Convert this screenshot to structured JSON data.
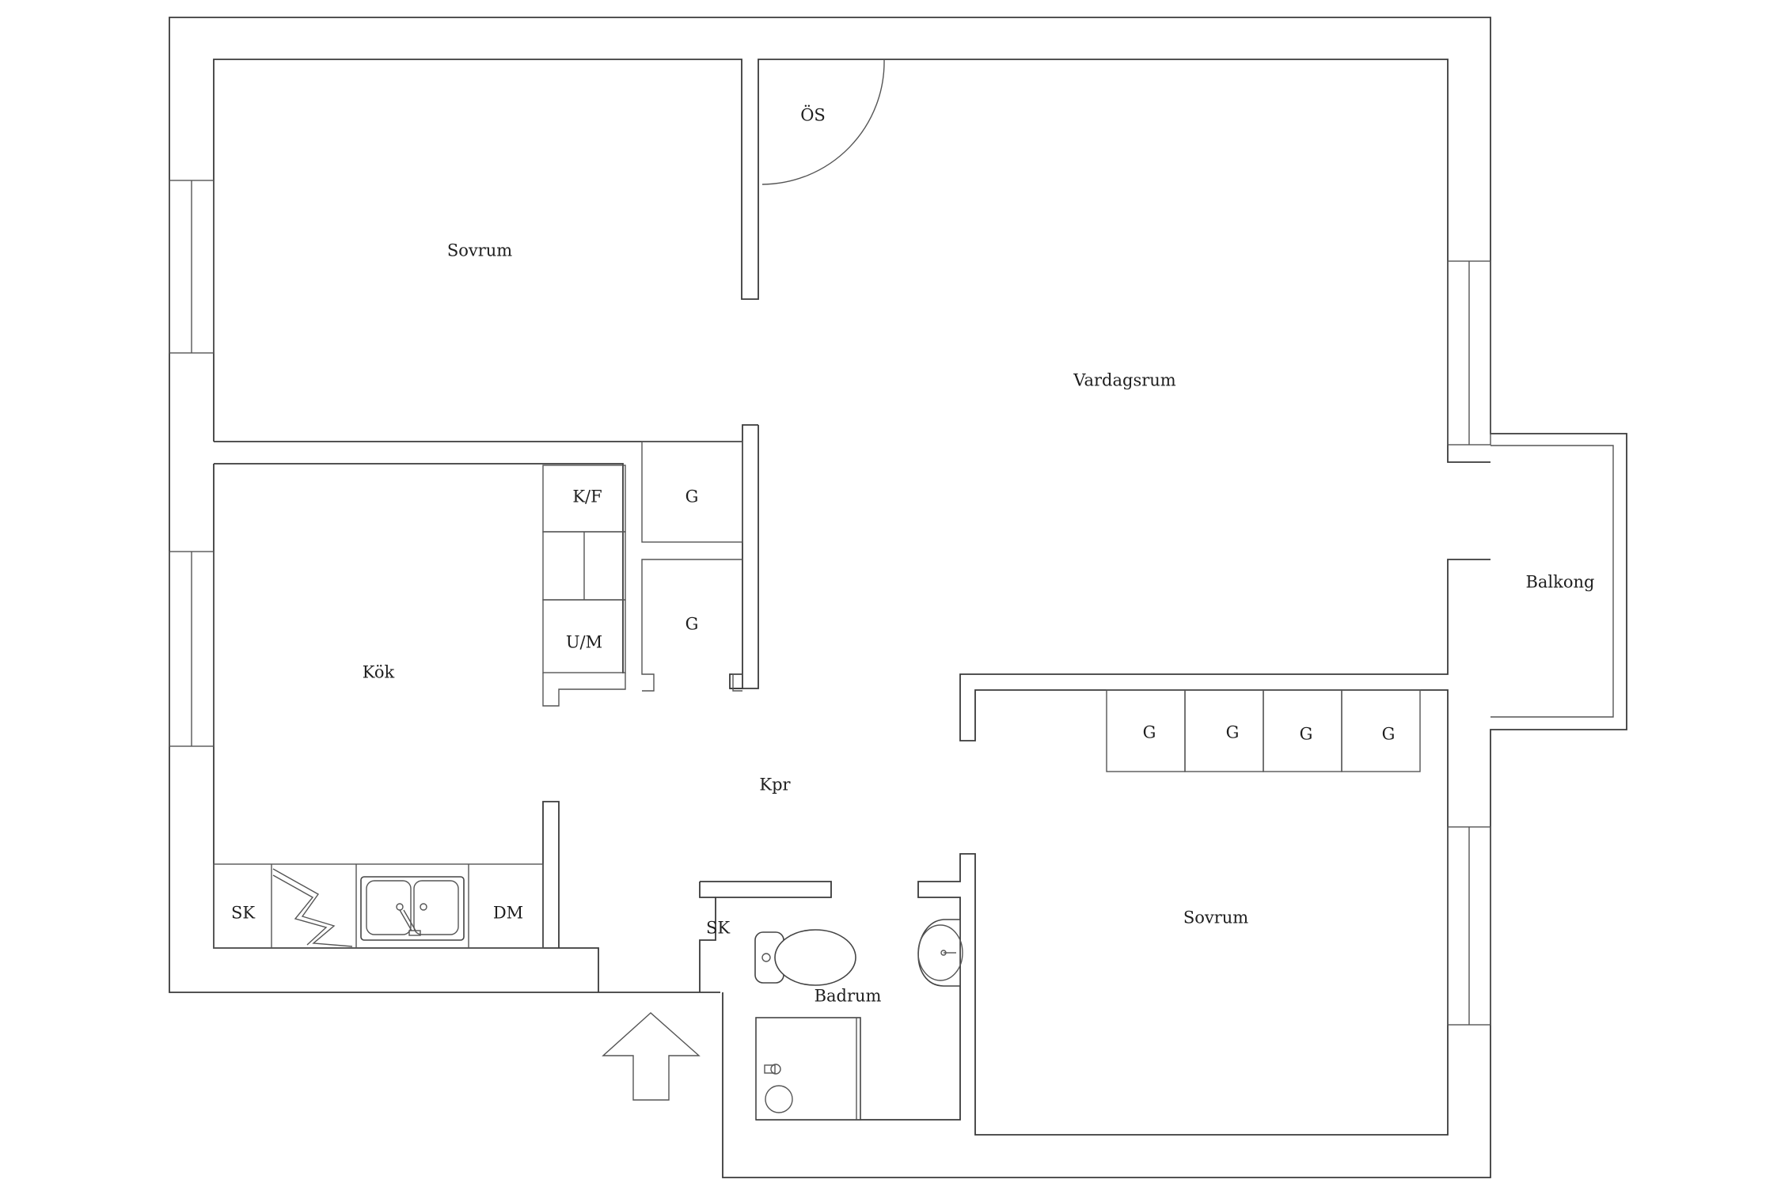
{
  "rooms": {
    "sovrum_1": "Sovrum",
    "vardagsrum": "Vardagsrum",
    "kok": "Kök",
    "kpr": "Kpr",
    "balkong": "Balkong",
    "badrum": "Badrum",
    "sovrum_2": "Sovrum",
    "os": "ÖS"
  },
  "fixtures": {
    "kf": "K/F",
    "um": "U/M",
    "wardrobe_hall_upper": "G",
    "wardrobe_hall_lower": "G",
    "wardrobe_bed_1": "G",
    "wardrobe_bed_2": "G",
    "wardrobe_bed_3": "G",
    "wardrobe_bed_4": "G",
    "kitchen_sk": "SK",
    "dm": "DM",
    "hall_sk": "SK"
  },
  "icons": [
    "entrance-arrow-icon",
    "stove-icon",
    "double-sink-icon",
    "toilet-icon",
    "washbasin-icon",
    "shower-icon"
  ],
  "colors": {
    "line": "#3a3a3a",
    "background": "#ffffff",
    "text": "#1e1e1e"
  }
}
